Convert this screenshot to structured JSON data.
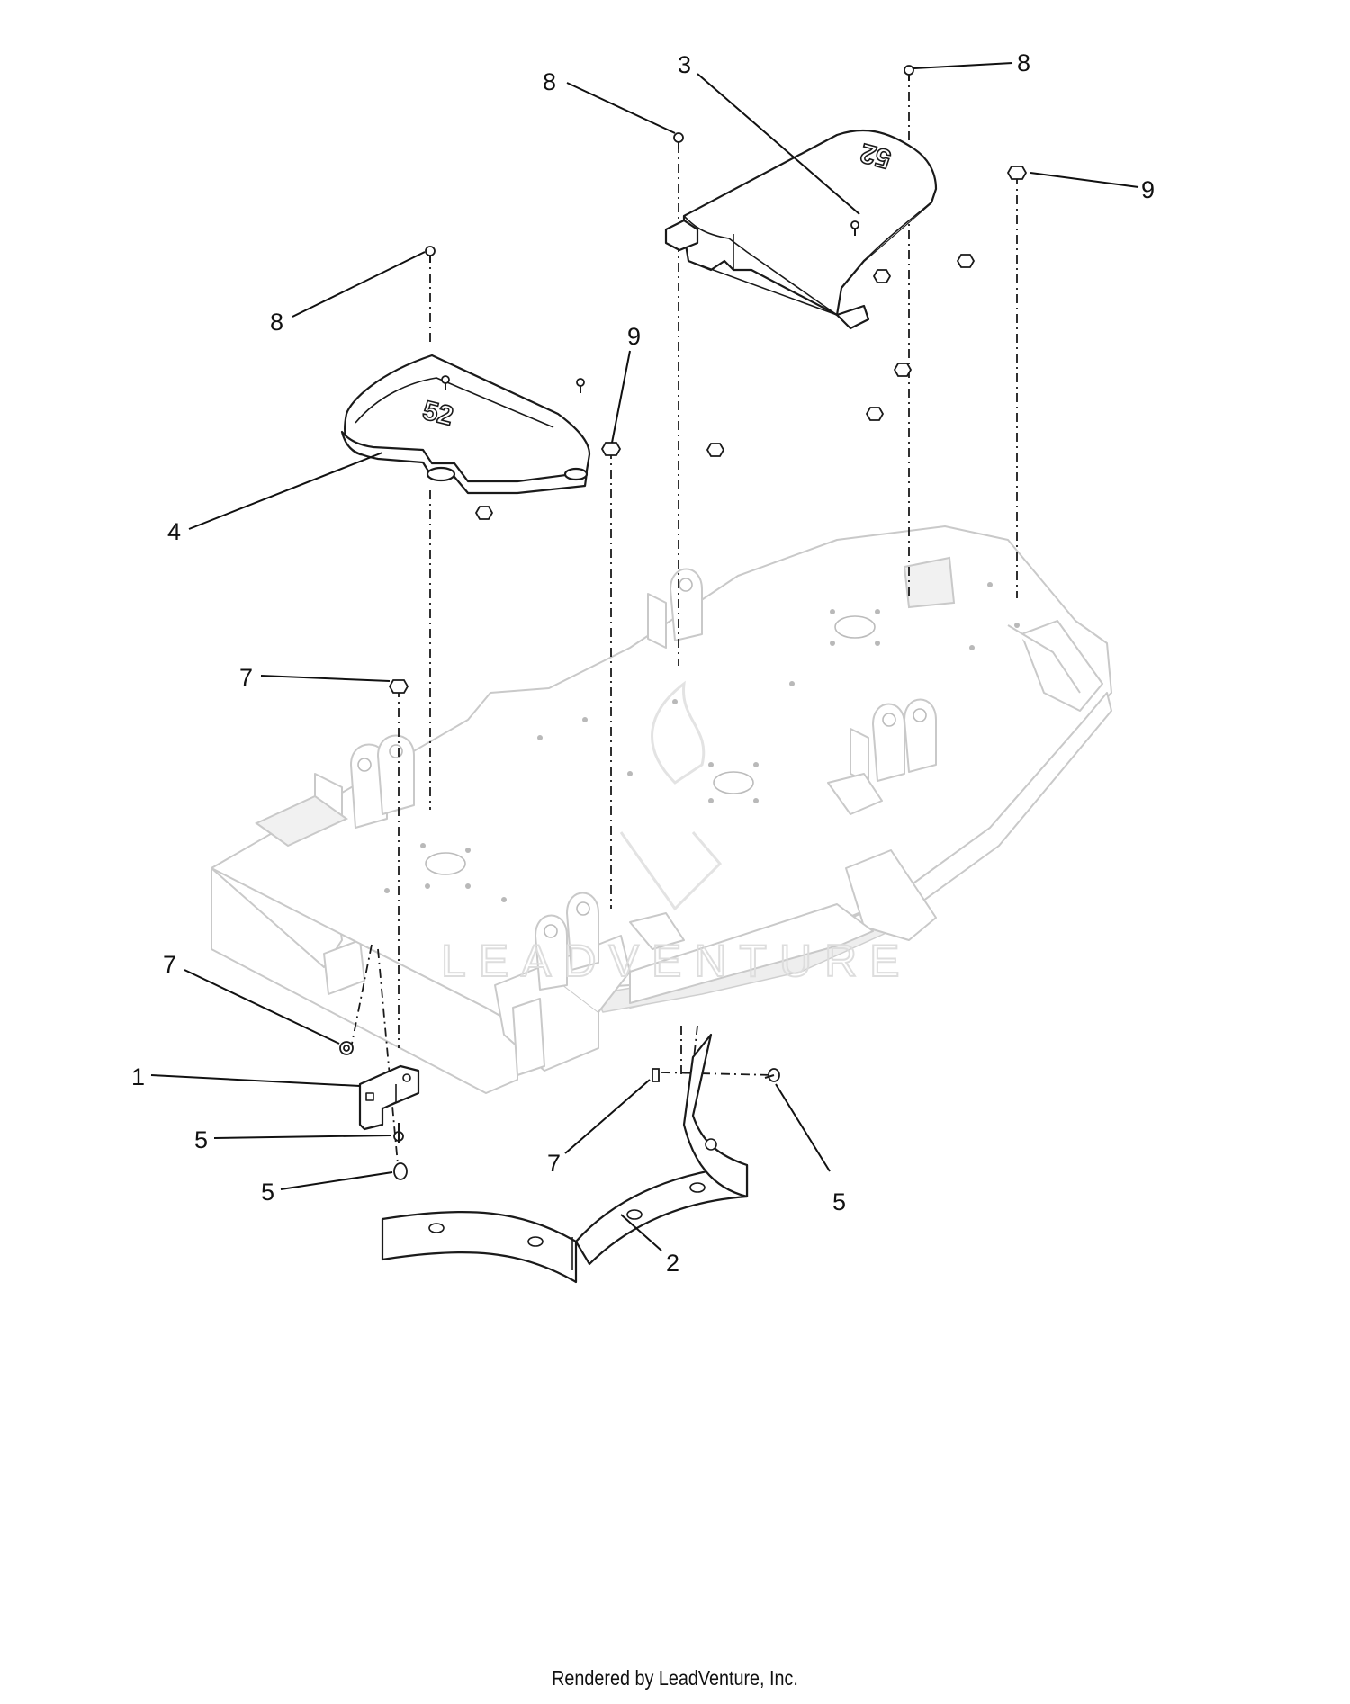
{
  "callouts": {
    "c1": "1",
    "c2": "2",
    "c3": "3",
    "c4": "4",
    "c5a": "5",
    "c5b": "5",
    "c5c": "5",
    "c7a": "7",
    "c7b": "7",
    "c7c": "7",
    "c8a": "8",
    "c8b": "8",
    "c8c": "8",
    "c9a": "9",
    "c9b": "9"
  },
  "covers": {
    "left_emboss": "52",
    "right_emboss": "52"
  },
  "watermark": {
    "text": "LEADVENTURE"
  },
  "footer": {
    "text": "Rendered by LeadVenture, Inc."
  }
}
